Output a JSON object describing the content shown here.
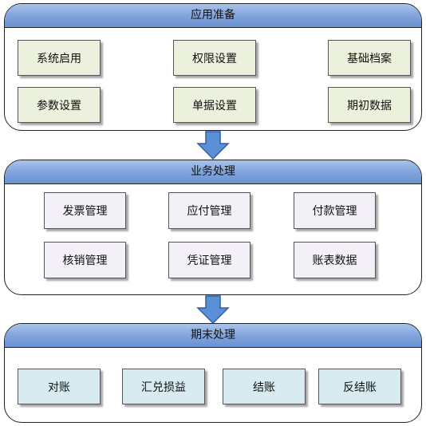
{
  "sections": [
    {
      "title": "应用准备",
      "items": [
        "系统启用",
        "权限设置",
        "基础档案",
        "参数设置",
        "单据设置",
        "期初数据"
      ]
    },
    {
      "title": "业务处理",
      "items": [
        "发票管理",
        "应付管理",
        "付款管理",
        "核销管理",
        "凭证管理",
        "账表数据"
      ]
    },
    {
      "title": "期末处理",
      "items": [
        "对账",
        "汇兑损益",
        "结账",
        "反结账"
      ]
    }
  ],
  "colors": {
    "header": "#7ea2db",
    "prep_box": "#ebf1dd",
    "business_box": "#f3f1f7",
    "closing_box": "#d7ebf0",
    "arrow": "#5b8fd6"
  }
}
